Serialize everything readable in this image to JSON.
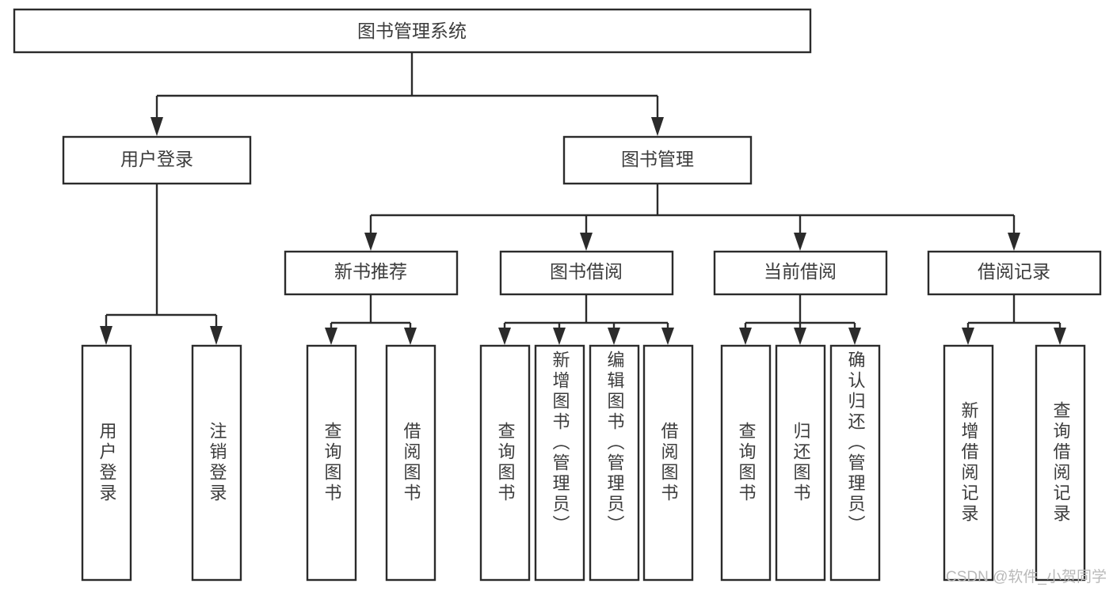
{
  "diagram": {
    "title": "图书管理系统",
    "watermark": "CSDN @软件_小贺同学",
    "line_color": "#2b2b2b",
    "text_color": "#3c3c3c",
    "box_fill": "#ffffff",
    "root": {
      "label": "图书管理系统"
    },
    "level2": [
      {
        "label": "用户登录"
      },
      {
        "label": "图书管理"
      }
    ],
    "level3": [
      {
        "label": "新书推荐"
      },
      {
        "label": "图书借阅"
      },
      {
        "label": "当前借阅"
      },
      {
        "label": "借阅记录"
      }
    ],
    "leaves": {
      "user_login": [
        {
          "label": "用户登录"
        },
        {
          "label": "注销登录"
        }
      ],
      "new_book_recommend": [
        {
          "label": "查询图书"
        },
        {
          "label": "借阅图书"
        }
      ],
      "book_borrow": [
        {
          "label": "查询图书"
        },
        {
          "label": "新增图书（管理员）"
        },
        {
          "label": "编辑图书（管理员）"
        },
        {
          "label": "借阅图书"
        }
      ],
      "current_borrow": [
        {
          "label": "查询图书"
        },
        {
          "label": "归还图书"
        },
        {
          "label": "确认归还（管理员）"
        }
      ],
      "borrow_record": [
        {
          "label": "新增借阅记录"
        },
        {
          "label": "查询借阅记录"
        }
      ]
    }
  }
}
